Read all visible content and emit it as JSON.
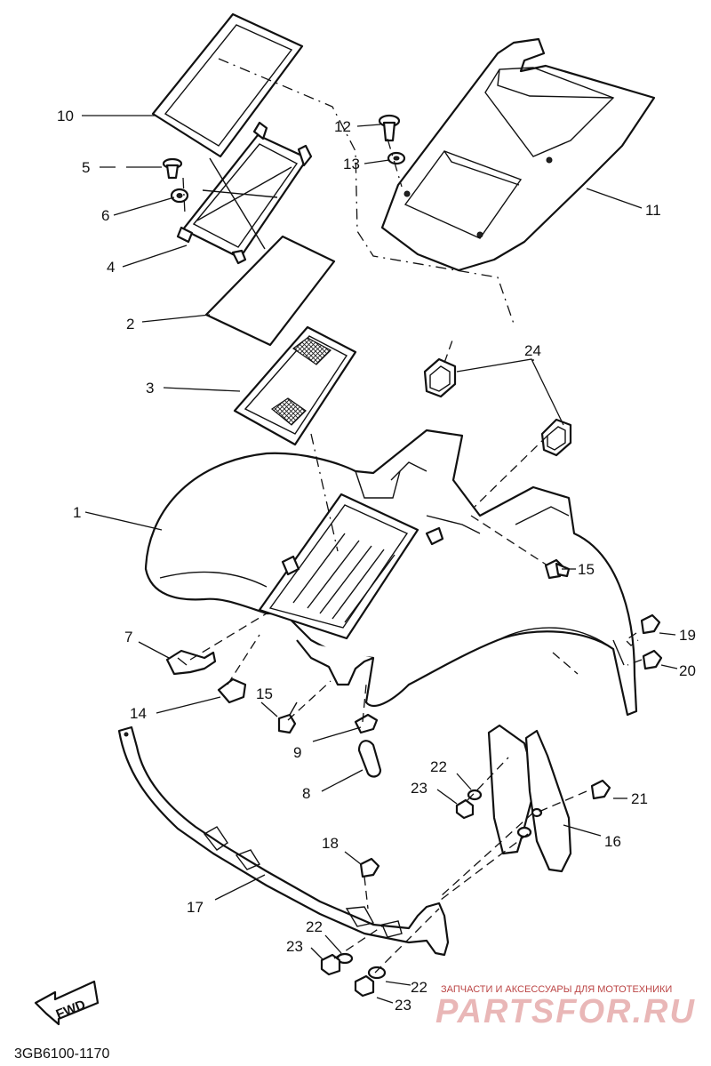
{
  "callouts": [
    {
      "id": "10",
      "label": "10"
    },
    {
      "id": "5",
      "label": "5"
    },
    {
      "id": "6",
      "label": "6"
    },
    {
      "id": "4",
      "label": "4"
    },
    {
      "id": "2",
      "label": "2"
    },
    {
      "id": "3",
      "label": "3"
    },
    {
      "id": "1",
      "label": "1"
    },
    {
      "id": "12",
      "label": "12"
    },
    {
      "id": "13",
      "label": "13"
    },
    {
      "id": "11",
      "label": "11"
    },
    {
      "id": "24",
      "label": "24"
    },
    {
      "id": "15a",
      "label": "15"
    },
    {
      "id": "19",
      "label": "19"
    },
    {
      "id": "20",
      "label": "20"
    },
    {
      "id": "7",
      "label": "7"
    },
    {
      "id": "14",
      "label": "14"
    },
    {
      "id": "15b",
      "label": "15"
    },
    {
      "id": "9",
      "label": "9"
    },
    {
      "id": "8",
      "label": "8"
    },
    {
      "id": "22a",
      "label": "22"
    },
    {
      "id": "23a",
      "label": "23"
    },
    {
      "id": "21",
      "label": "21"
    },
    {
      "id": "16",
      "label": "16"
    },
    {
      "id": "18",
      "label": "18"
    },
    {
      "id": "17",
      "label": "17"
    },
    {
      "id": "22b",
      "label": "22"
    },
    {
      "id": "23b",
      "label": "23"
    },
    {
      "id": "22c",
      "label": "22"
    },
    {
      "id": "23c",
      "label": "23"
    }
  ],
  "direction_badge": "FWD",
  "diagram_code": "3GB6100-1170",
  "watermark": {
    "caption": "ЗАПЧАСТИ И АКСЕССУАРЫ ДЛЯ МОТОТЕХНИКИ",
    "brand": "PARTSFOR.RU"
  }
}
